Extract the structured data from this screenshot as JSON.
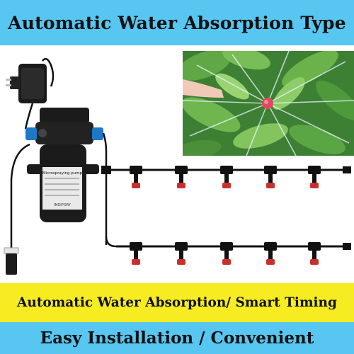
{
  "header": {
    "title": "Automatic Water Absorption Type"
  },
  "features": {
    "line1": "Automatic Water Absorption/ Smart Timing",
    "line2": "Easy Installation / Convenient"
  },
  "pump_label": {
    "title": "Microspraying pump",
    "brand": "INDIPORY"
  },
  "colors": {
    "top_banner": "#57c6f1",
    "yellow_banner": "#f7ec21",
    "bottom_banner": "#57c6f1",
    "nozzle": "#c9302c",
    "pump_body": "#1b1b1b",
    "fitting_blue": "#1e78c8"
  }
}
